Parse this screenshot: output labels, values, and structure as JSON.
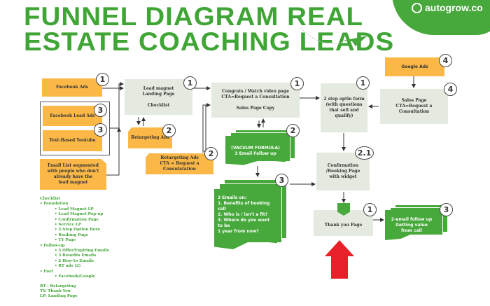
{
  "title": {
    "line1": "FUNNEL DIAGRAM REAL",
    "line2": "ESTATE COACHING LEADS"
  },
  "logo": {
    "text": "autogrow.co"
  },
  "colors": {
    "green": "#47a83b",
    "orange": "#fbb847",
    "gray": "#e4eadf",
    "red": "#e8202a"
  },
  "nodes": {
    "facebook_ads": {
      "label": "Facebook Ads",
      "badge": "1"
    },
    "facebook_lead_ads": {
      "label": "Facebook Lead Ads",
      "badge": "3"
    },
    "text_youtube": {
      "label": "Text-Based Youtube",
      "badge": "3"
    },
    "email_list": {
      "label": "Email List segmented\nwith people who don't\nalready have the\nlead magnet"
    },
    "lead_magnet": {
      "label": "Lead magnet\nLanding Page\n\nChecklist",
      "badge": "1"
    },
    "retargeting": {
      "label": "Retargeting Ads",
      "badge": "2"
    },
    "retargeting_cta": {
      "label": "Retargeting Ads\nCTA = Request a\nConsulatation",
      "badge": "2"
    },
    "congrats": {
      "label": "Congrats / Watch video page\nCTA=Request a Consultation\n\nSales Page Copy",
      "badge": "1"
    },
    "vacuum": {
      "label": "(VACUUM FORMULA)\n3 Email Follow up",
      "badge": "2"
    },
    "three_emails": {
      "label": "3 Emails on:\n1. Benefits of booking call\n2. Who is / isn't a fit?\n3. Where do you want to be\n1 year from now?",
      "badge": "3"
    },
    "optin": {
      "label": "2 step optin form\n(with questions\nthat sell and\nqualify)",
      "badge": "1"
    },
    "confirmation": {
      "label": "Confirmation\n/Booking Page\nwith widget",
      "badge": "2.1"
    },
    "thank_you": {
      "label": "Thank you Page",
      "badge": "1"
    },
    "followup": {
      "label": "2-email follow up\nGetting value\nfrom call",
      "badge": "3"
    },
    "google_ads": {
      "label": "Google Ads",
      "badge": "4"
    },
    "sales_page": {
      "label": "Sales Page\nCTA=Request a\nConsultation",
      "badge": "4"
    }
  },
  "checklist": {
    "heading": "Checklist",
    "items": [
      {
        "text": "• Foundation",
        "level": 1
      },
      {
        "text": "• Lead Magnet LP",
        "level": 2
      },
      {
        "text": "• Lead Magnet Pop-up",
        "level": 2
      },
      {
        "text": "• Confirmation Page",
        "level": 2
      },
      {
        "text": "• Service LP",
        "level": 2
      },
      {
        "text": "• 2-Step Option Boxs",
        "level": 2
      },
      {
        "text": "• Booking Page",
        "level": 2
      },
      {
        "text": "• TY Page",
        "level": 2
      },
      {
        "text": "• Follow-up",
        "level": 1
      },
      {
        "text": "• 3 Offer/Expiring Emails",
        "level": 2
      },
      {
        "text": "• 3 Benefits Emails",
        "level": 2
      },
      {
        "text": "• 2 How-to Emails",
        "level": 2
      },
      {
        "text": "• RT ads (2)",
        "level": 2
      },
      {
        "text": "• Fuel",
        "level": 1
      },
      {
        "text": "• Facebook/Google",
        "level": 2
      }
    ],
    "legend": [
      "RT : Retargeting",
      "TY: Thank You",
      "LP: Landing Page"
    ]
  }
}
